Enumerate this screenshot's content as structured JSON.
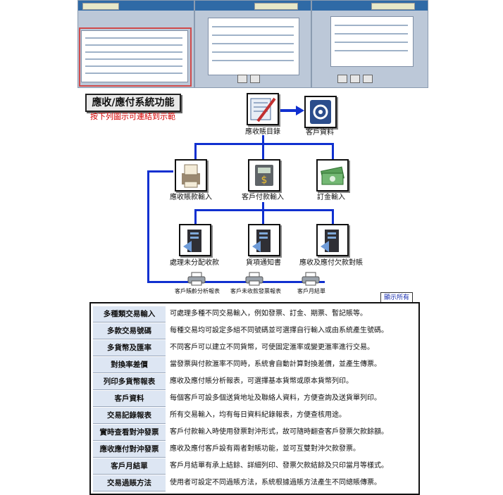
{
  "header": {
    "title": "應收/應付系統功能",
    "subtitle": "按下列圖示可連結到示範"
  },
  "nodes": {
    "ledger": {
      "label": "應收賬目錄",
      "icon": "ledger-pen-icon"
    },
    "customer": {
      "label": "客戶資料",
      "icon": "contact-card-icon"
    },
    "receipt_input": {
      "label": "應收賬款輸入",
      "icon": "receipt-printer-icon"
    },
    "payment_input": {
      "label": "客戶付款輸入",
      "icon": "payment-terminal-icon"
    },
    "deposit_input": {
      "label": "訂金輸入",
      "icon": "cash-bills-icon"
    },
    "unallocated": {
      "label": "處理未分配收款",
      "icon": "server-cabinet-icon"
    },
    "notice": {
      "label": "貨項通知書",
      "icon": "server-cabinet-icon"
    },
    "reconcile": {
      "label": "應收及應付欠款對賬",
      "icon": "server-cabinet-icon"
    }
  },
  "reports": [
    {
      "label": "客戶賬齡分析報表",
      "icon": "printer-icon"
    },
    {
      "label": "客戶未收款發票報表",
      "icon": "printer-icon"
    },
    {
      "label": "客戶月結單",
      "icon": "printer-icon"
    }
  ],
  "badge": "顯示所有",
  "features": [
    {
      "name": "多種類交易輸入",
      "desc": "可處理多種不同交易輸入，例如發票、訂金、期票、暫記賬等。"
    },
    {
      "name": "多款交易號碼",
      "desc": "每種交易均可設定多組不同號碼並可選擇自行輸入或由系統產生號碼。"
    },
    {
      "name": "多貨幣及匯率",
      "desc": "不同客戶可以建立不同貨幣，可使固定滙率或變更滙率進行交易。"
    },
    {
      "name": "對換率差價",
      "desc": "當發票與付款滙率不同時，系統會自動計算對換差價，並產生傳票。"
    },
    {
      "name": "列印多貨幣報表",
      "desc": "應收及應付賬分析報表，可選擇基本貨幣或原本貨幣列印。"
    },
    {
      "name": "客戶資料",
      "desc": "每個客戶可設多個送貨地址及聯絡人資料，方便查詢及送貨單列印。"
    },
    {
      "name": "交易記錄報表",
      "desc": "所有交易輸入，均有每日資料紀錄報表，方便查核用途。"
    },
    {
      "name": "實時查看對沖發票",
      "desc": "客戶付款輸入時使用發票對沖形式，故可隨時翻查客戶發票欠款餘額。"
    },
    {
      "name": "應收應付對沖發票",
      "desc": "應收及應付客戶設有兩者對賬功能，並可互雙對沖欠款發票。"
    },
    {
      "name": "客戶月結單",
      "desc": "客戶月結單有承上結餘、詳細列印、發票欠款結餘及只印當月等樣式。"
    },
    {
      "name": "交易過賬方法",
      "desc": "使用者可設定不同過賬方法，系統根據過賬方法產生不同總賬傳票。"
    }
  ],
  "colors": {
    "connector": "#1030d0",
    "subtitle": "#d40000",
    "table_header_bg": "#dde6f3"
  }
}
